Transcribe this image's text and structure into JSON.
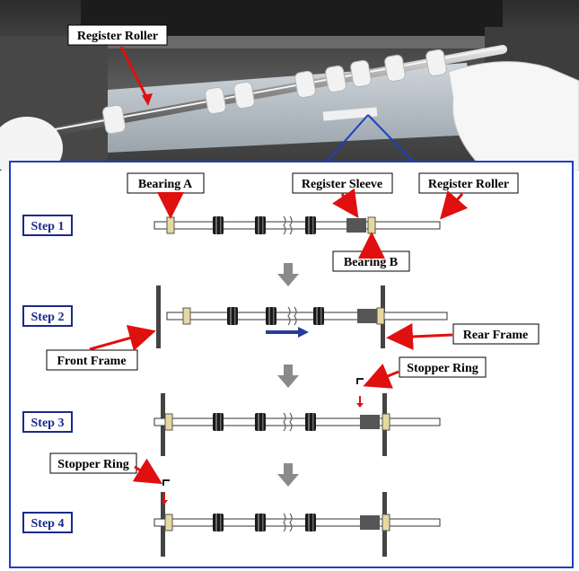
{
  "photo": {
    "label_register_roller": "Register Roller"
  },
  "steps": [
    {
      "label": "Step 1"
    },
    {
      "label": "Step 2"
    },
    {
      "label": "Step 3"
    },
    {
      "label": "Step 4"
    }
  ],
  "callouts": {
    "bearing_a": "Bearing A",
    "register_sleeve": "Register Sleeve",
    "register_roller": "Register Roller",
    "bearing_b": "Bearing B",
    "front_frame": "Front Frame",
    "rear_frame": "Rear Frame",
    "stopper_ring_step3": "Stopper Ring",
    "stopper_ring_step4": "Stopper Ring"
  },
  "colors": {
    "frame_border": "#1f3fbf",
    "step_box": "#1a2a8a",
    "arrow_red": "#e01010",
    "arrow_gray": "#8a8a8a",
    "arrow_blue": "#2a3a9a",
    "bearing": "#e6d9a0",
    "sleeve": "#555555"
  }
}
